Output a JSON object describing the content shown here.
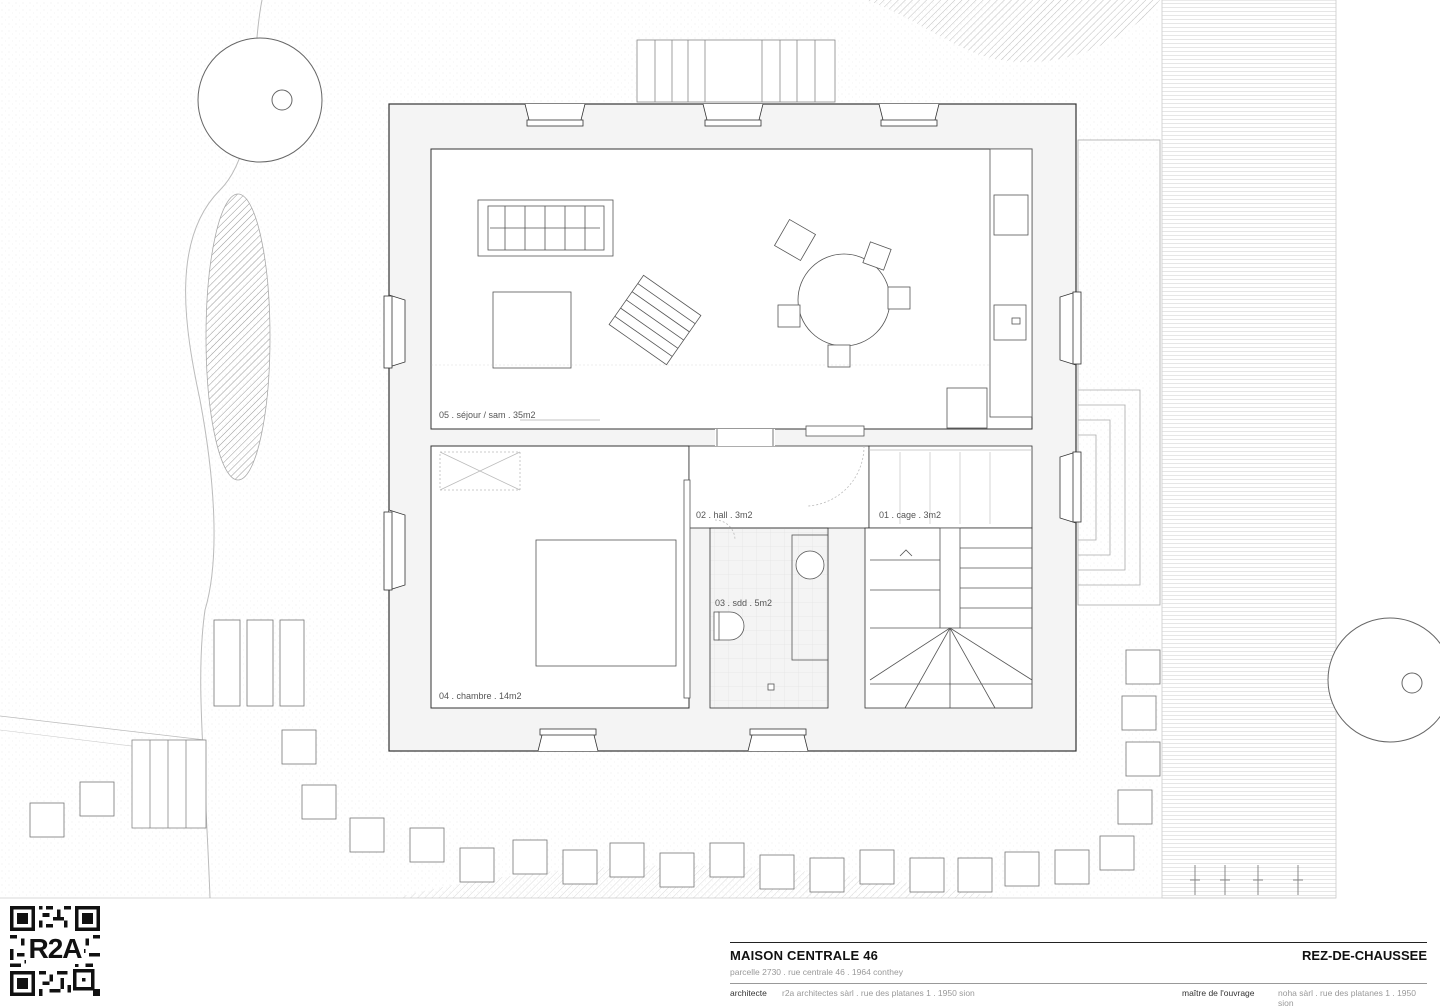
{
  "project": {
    "title": "MAISON CENTRALE 46",
    "address": "parcelle 2730 . rue centrale 46 . 1964 conthey",
    "sheet": "REZ-DE-CHAUSSEE"
  },
  "credits": {
    "architect_label": "architecte",
    "architect_value": "r2a architectes sàrl . rue des platanes 1 . 1950 sion",
    "owner_label": "maître de l'ouvrage",
    "owner_value": "noha sàrl . rue des platanes 1 . 1950 sion"
  },
  "logo": {
    "text": "R2A"
  },
  "rooms": [
    {
      "label": "05 . séjour / sam . 35m2"
    },
    {
      "label": "02 . hall . 3m2"
    },
    {
      "label": "01 . cage . 3m2"
    },
    {
      "label": "03 . sdd . 5m2"
    },
    {
      "label": "04 . chambre . 14m2"
    }
  ]
}
